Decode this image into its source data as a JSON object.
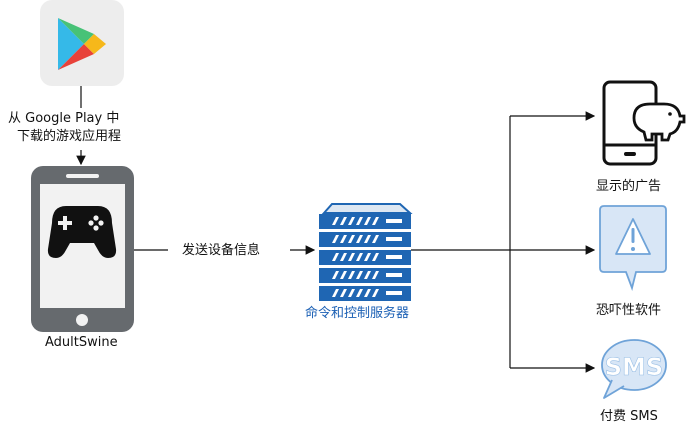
{
  "source_label_line1": "从 Google Play 中",
  "source_label_line2": "下载的游戏应用程",
  "phone_label": "AdultSwine",
  "send_label": "发送设备信息",
  "server_label": "命令和控制服务器",
  "outputs": {
    "ads_label": "显示的广告",
    "scareware_label": "恐吓性软件",
    "sms_label": "付费 SMS"
  },
  "sms_icon_text": "SMS",
  "colors": {
    "phone_body": "#666a6e",
    "phone_screen": "#f2f2f2",
    "server_blue": "#1f66b3",
    "server_pale": "#dde7f2",
    "bubble_fill": "#d8e6f6",
    "bubble_stroke": "#6fa3d8",
    "accent_text": "#1a5fb4"
  }
}
